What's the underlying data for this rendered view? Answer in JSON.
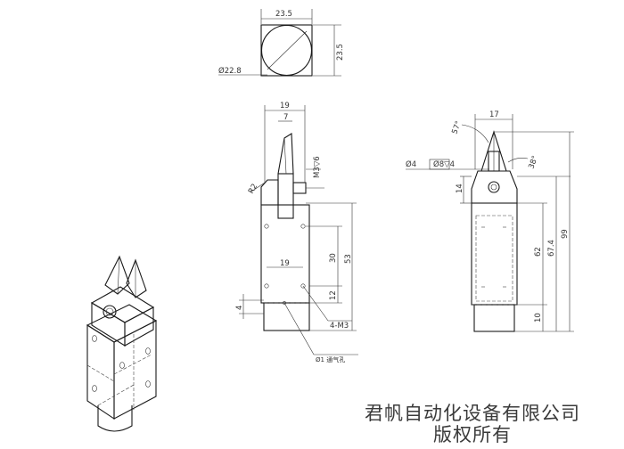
{
  "top_view": {
    "width_dim": "23.5",
    "height_dim": "23.5",
    "diameter_dim": "Ø22.8"
  },
  "front_view": {
    "width_dim": "19",
    "finger_dim": "7",
    "thread_note": "M3▽6",
    "radius_note": "R2",
    "hole_spacing_width": "19",
    "height_30": "30",
    "height_53": "53",
    "height_12": "12",
    "height_4": "4",
    "holes_note": "4-M3",
    "air_port_note": "Ø1 通气孔"
  },
  "side_view": {
    "width_dim": "17",
    "angle_57": "57°",
    "angle_38": "38°",
    "hole_note_a": "Ø4",
    "hole_note_b": "Ø8▽4",
    "height_14": "14",
    "height_62": "62",
    "height_67": "67.4",
    "height_99": "99",
    "height_10": "10"
  },
  "watermark": {
    "line1": "君帆自动化设备有限公司",
    "line2": "版权所有"
  }
}
